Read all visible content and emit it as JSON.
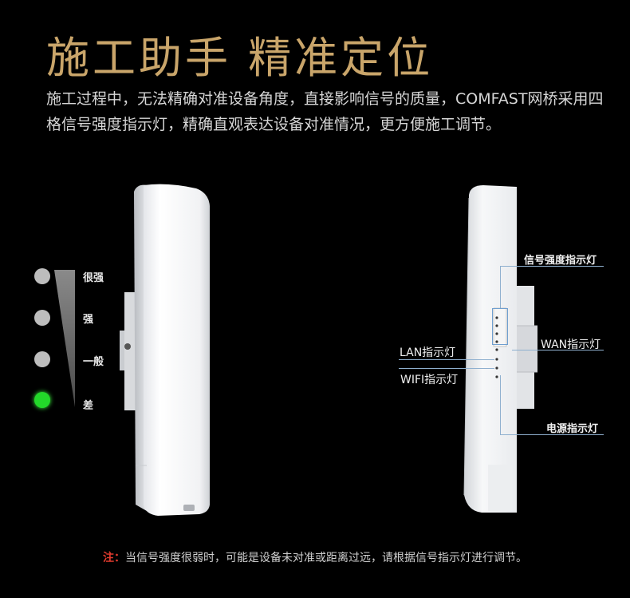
{
  "header": {
    "title": "施工助手  精准定位",
    "description": "施工过程中，无法精确对准设备角度，直接影响信号的质量，COMFAST网桥采用四格信号强度指示灯，精确直观表达设备对准情况，更方便施工调节。"
  },
  "legend": {
    "levels": [
      {
        "label": "很强",
        "color": "#bdbdbd"
      },
      {
        "label": "强",
        "color": "#bdbdbd"
      },
      {
        "label": "一般",
        "color": "#bdbdbd"
      },
      {
        "label": "差",
        "color": "#23d82a"
      }
    ]
  },
  "callouts": {
    "signal": "信号强度指示灯",
    "wan": "WAN指示灯",
    "lan": "LAN指示灯",
    "wifi": "WIFI指示灯",
    "power": "电源指示灯"
  },
  "footer": {
    "note_prefix": "注：",
    "note_text": "当信号强度很弱时，可能是设备未对准或距离过远，请根据信号指示灯进行调节。"
  }
}
